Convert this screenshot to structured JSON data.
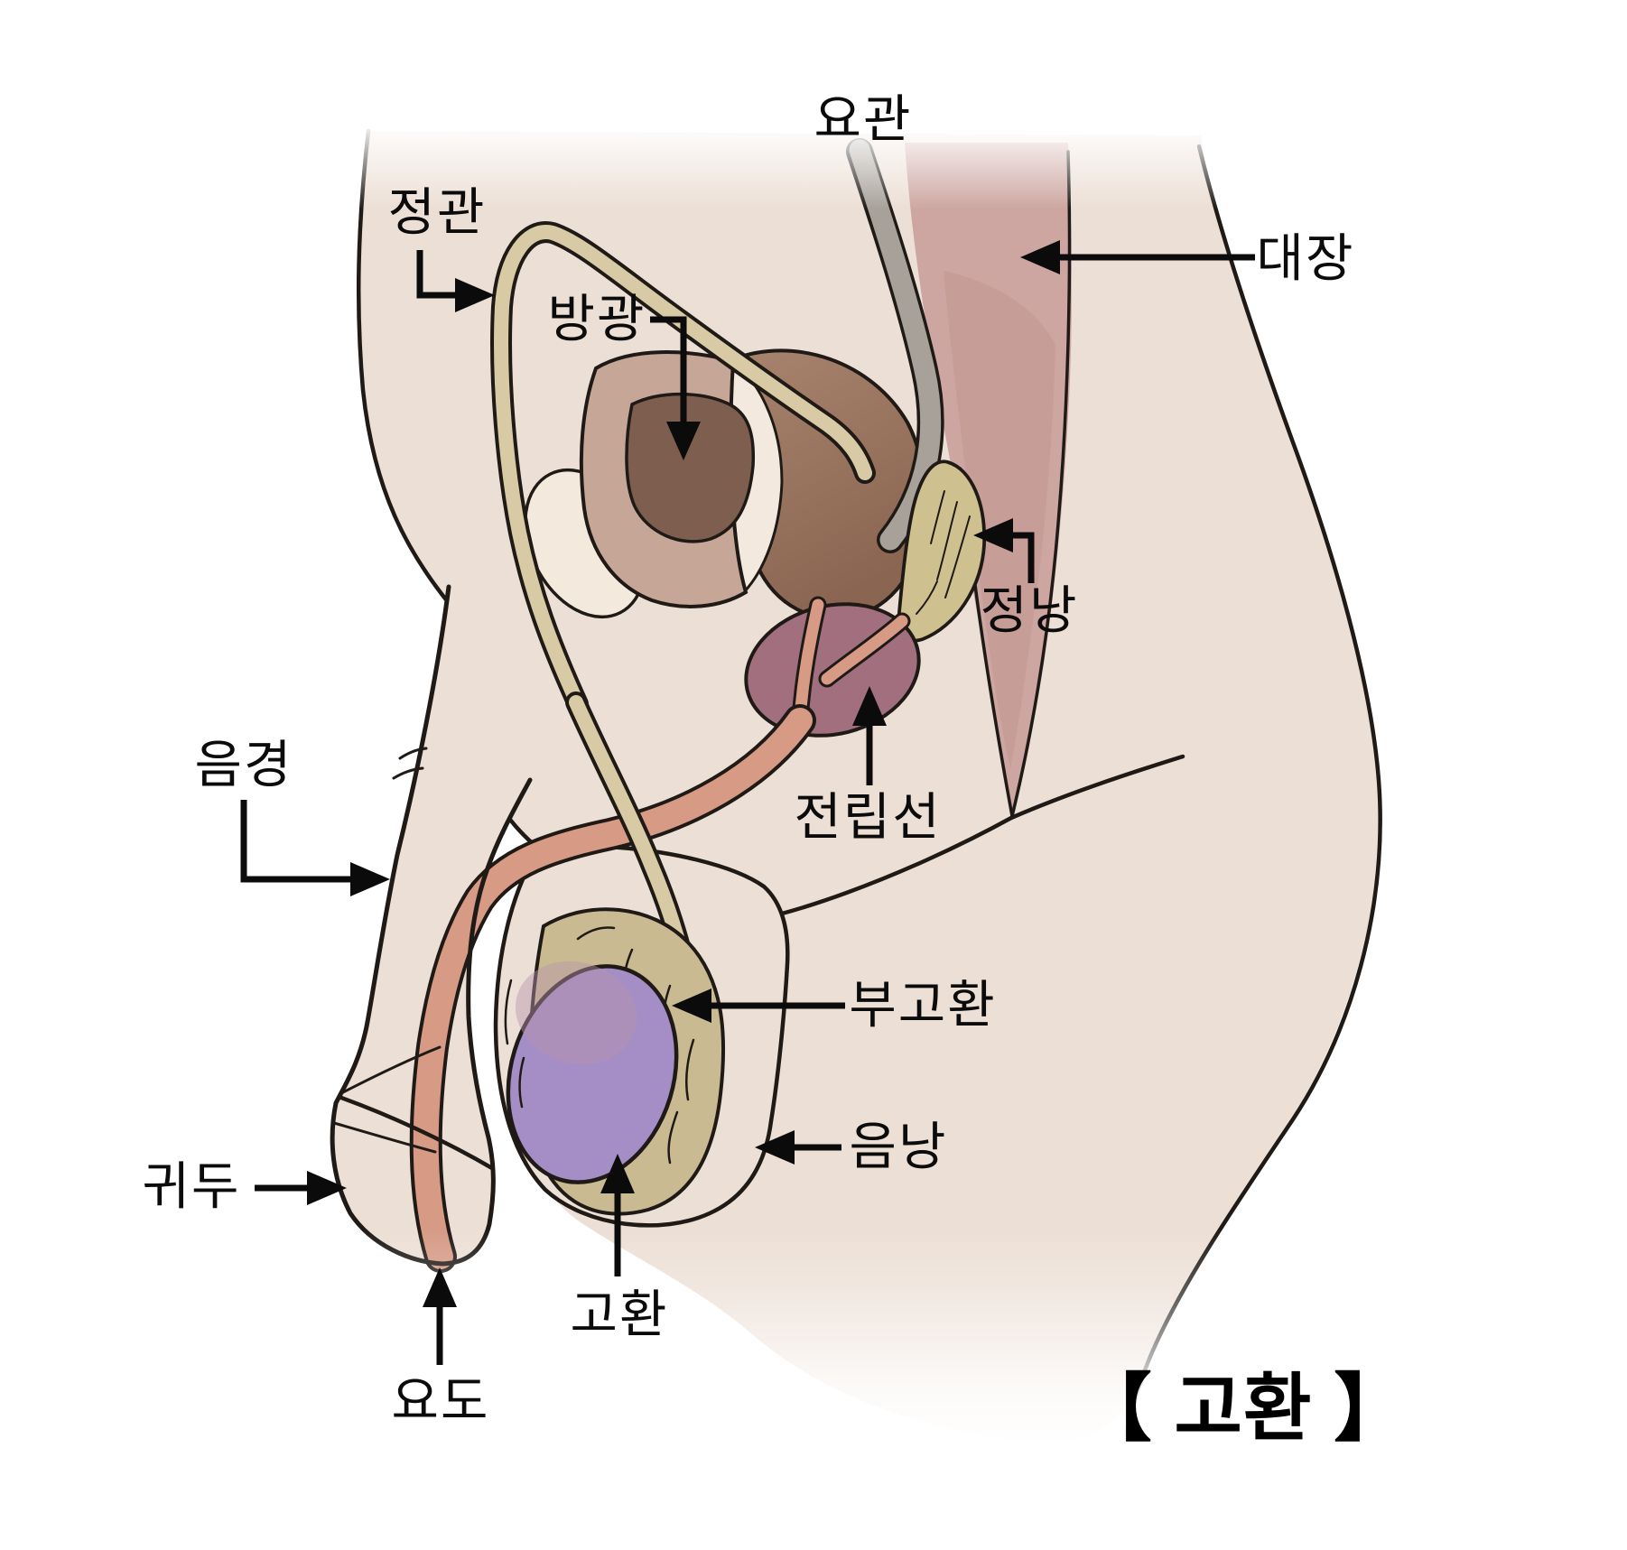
{
  "diagram": {
    "title": "【 고환 】",
    "labels": {
      "ureter": "요관",
      "vas_deferens": "정관",
      "bladder": "방광",
      "large_intestine": "대장",
      "seminal_vesicle": "정낭",
      "prostate": "전립선",
      "penis": "음경",
      "epididymis": "부고환",
      "scrotum": "음낭",
      "glans": "귀두",
      "testicle": "고환",
      "urethra": "요도"
    },
    "palette": {
      "background": "#ffffff",
      "flesh": "#ecdfd5",
      "outline": "#1f1a16",
      "large_intestine": "#cda6a1",
      "intestine_shade": "#c39692",
      "ureter_grey": "#a8a19a",
      "vas_tan": "#d9caa6",
      "bladder_wall": "#c6a697",
      "bladder_cavity": "#7d5e4f",
      "bladder_back": "#9c7864",
      "cut_surface": "#f3e9df",
      "pubic_bone": "#f4e9dd",
      "seminal_vesicle": "#cfc08f",
      "prostate": "#a26f7e",
      "urethra_salmon": "#d69a85",
      "testicle_purple": "#a58dc5",
      "testicle_tint": "#b795ae",
      "epididymis_tan": "#c9ba92",
      "label_color": "#0b0b0b"
    }
  }
}
